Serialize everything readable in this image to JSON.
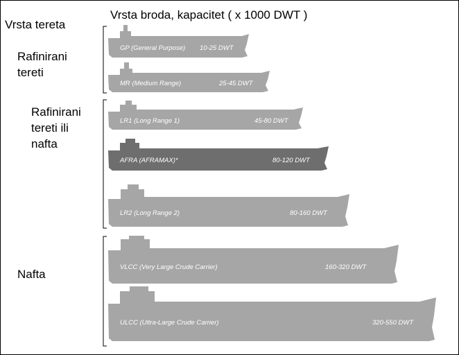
{
  "header": {
    "cargo_type_label": "Vrsta tereta",
    "ship_type_label": "Vrsta broda, kapacitet ( x 1000 DWT )"
  },
  "categories": [
    {
      "lines": [
        "Rafinirani",
        "tereti"
      ]
    },
    {
      "lines": [
        "Rafinirani",
        "tereti ili",
        "nafta"
      ]
    },
    {
      "lines": [
        "Nafta"
      ]
    }
  ],
  "ships": [
    {
      "name": "GP (General Purpose)",
      "capacity": "10-25 DWT",
      "color": "#a6a6a6"
    },
    {
      "name": "MR (Medium Range)",
      "capacity": "25-45 DWT",
      "color": "#a6a6a6"
    },
    {
      "name": "LR1 (Long Range 1)",
      "capacity": "45-80 DWT",
      "color": "#a6a6a6"
    },
    {
      "name": "AFRA (AFRAMAX)*",
      "capacity": "80-120 DWT",
      "color": "#6e6e6e"
    },
    {
      "name": "LR2 (Long Range 2)",
      "capacity": "80-160 DWT",
      "color": "#a6a6a6"
    },
    {
      "name": "VLCC (Very Large Crude Carrier)",
      "capacity": "160-320 DWT",
      "color": "#a6a6a6"
    },
    {
      "name": "ULCC (Ultra-Large Crude Carrier)",
      "capacity": "320-550 DWT",
      "color": "#a6a6a6"
    }
  ]
}
